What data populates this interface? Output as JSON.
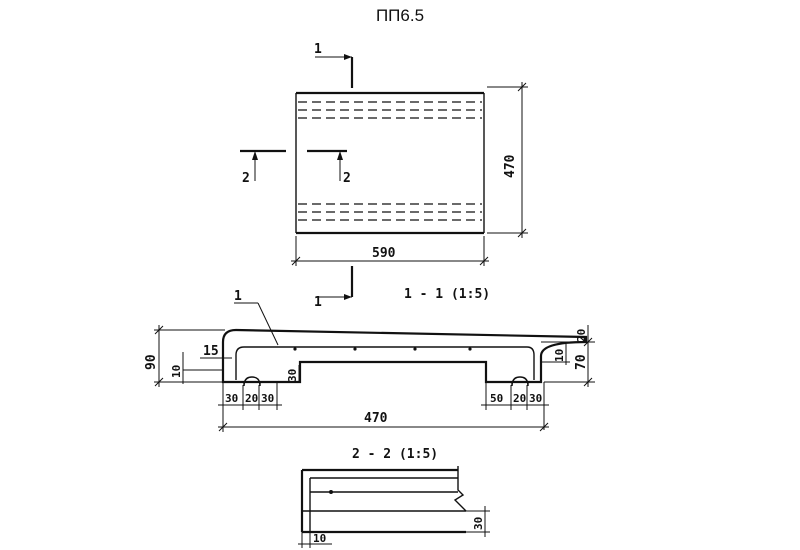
{
  "title": "ПП6.5",
  "plan": {
    "dim_width": "590",
    "dim_height": "470",
    "cut_1_top": "1",
    "cut_1_bottom": "1",
    "cut_2_left": "2",
    "cut_2_right": "2"
  },
  "section_1": {
    "label": "1 - 1 (1:5)",
    "leader": "1",
    "dim_total_height": "90",
    "dim_10_left": "10",
    "dim_15": "15",
    "dim_30_mid": "30",
    "dim_30_a": "30",
    "dim_20_a": "20",
    "dim_30_b": "30",
    "dim_length": "470",
    "dim_50": "50",
    "dim_20_b": "20",
    "dim_30_c": "30",
    "dim_20_right": "20",
    "dim_10_right": "10",
    "dim_70": "70"
  },
  "section_2": {
    "label": "2 - 2 (1:5)",
    "dim_30": "30",
    "dim_10": "10"
  }
}
